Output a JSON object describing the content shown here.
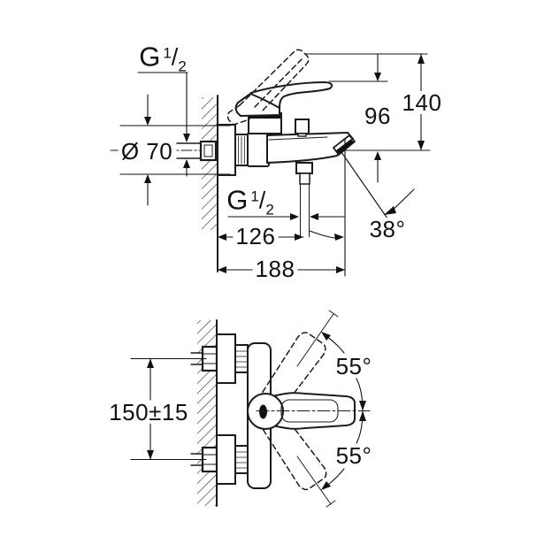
{
  "drawing": {
    "description": "Wall-mounted single-lever bath mixer tap, dimensional technical drawing, two views",
    "colors": {
      "line": "#1b1b1b",
      "dimension": "#111111",
      "background": "#ffffff"
    },
    "labels": {
      "g_top": {
        "g": "G",
        "num": "1",
        "slash": "/",
        "den": "2"
      },
      "diameter": "Ø 70",
      "h96": "96",
      "h140": "140",
      "g_bottom": {
        "g": "G",
        "num": "1",
        "slash": "/",
        "den": "2"
      },
      "d126": "126",
      "d188": "188",
      "angle_spout": "38°",
      "distance": "150±15",
      "angle_up": "55°",
      "angle_down": "55°"
    }
  }
}
